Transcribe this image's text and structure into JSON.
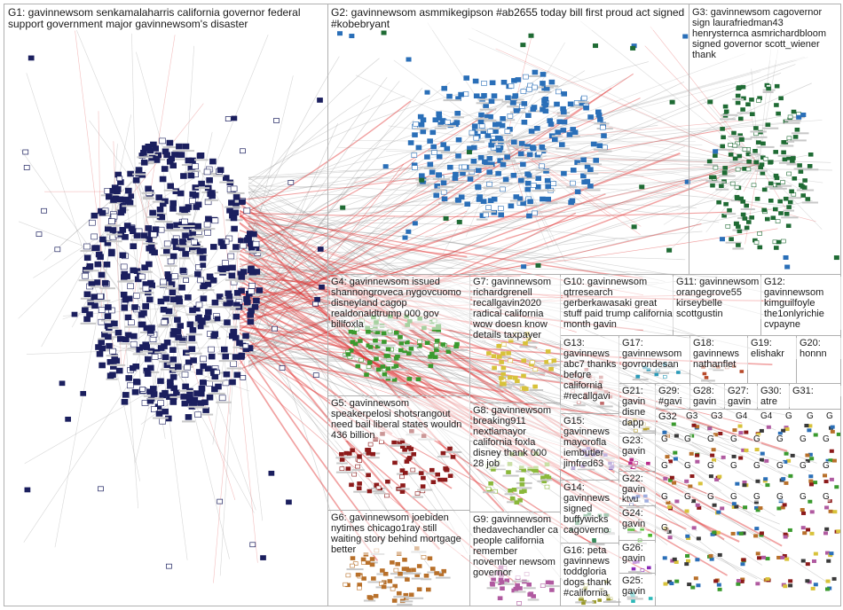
{
  "groups": [
    {
      "id": "G1",
      "label": "G1: gavinnewsom senkamalaharris california governor federal support government major gavinnewsom's disaster",
      "color": "#1b1f5e"
    },
    {
      "id": "G2",
      "label": "G2: gavinnewsom asmmikegipson #ab2655 today bill first proud act signed #kobebryant",
      "color": "#2a6fb8"
    },
    {
      "id": "G3",
      "label": "G3: gavinnewsom cagovernor sign laurafriedman43 henrysternca asmrichardbloom signed governor scott_wiener thank",
      "color": "#1f6b34"
    },
    {
      "id": "G4",
      "label": "G4: gavinnewsom issued shannongroveca nygovcuomo disneyland cagop realdonaldtrump 000 gov billfoxla",
      "color": "#3a9a2e"
    },
    {
      "id": "G5",
      "label": "G5: gavinnewsom speakerpelosi shotsrangout need bail liberal states wouldn 436 billion",
      "color": "#8c1a1a"
    },
    {
      "id": "G6",
      "label": "G6: gavinnewsom joebiden nytimes chicago1ray still waiting story behind mortgage better",
      "color": "#b8702a"
    },
    {
      "id": "G7",
      "label": "G7: gavinnewsom richardgrenell recallgavin2020 radical california wow doesn know details taxpayer",
      "color": "#d8c23a"
    },
    {
      "id": "G8",
      "label": "G8: gavinnewsom breaking911 nextlamayor california foxla disney thank 000 28 job",
      "color": "#8ab83a"
    },
    {
      "id": "G9",
      "label": "G9: gavinnewsom thedavechandler ca people california remember november newsom governor",
      "color": "#b05aa0"
    },
    {
      "id": "G10",
      "label": "G10: gavinnewsom qtrresearch gerberkawasaki great stuff paid trump california month gavin",
      "color": "#6b6b6b"
    },
    {
      "id": "G11",
      "label": "G11: gavinnewsom orangegrove55 kirseybelle scottgustin",
      "color": "#4a4a9a"
    },
    {
      "id": "G12",
      "label": "G12: gavinnewsom kimguilfoyle the1onlyrichie cvpayne",
      "color": "#5a8a8a"
    },
    {
      "id": "G13",
      "label": "G13: gavinnews abc7 thanks before california #recallgavi",
      "color": "#c06a6a"
    },
    {
      "id": "G14",
      "label": "G14: gavinnews signed buffywicks cagoverno",
      "color": "#3a8a5a"
    },
    {
      "id": "G15",
      "label": "G15: gavinnews mayorofla iembutler jimfred63",
      "color": "#7a5ab8"
    },
    {
      "id": "G16",
      "label": "G16: peta gavinnews toddgloria dogs thank #california",
      "color": "#9a9a2a"
    },
    {
      "id": "G17",
      "label": "G17: gavinnewsom govrondesan",
      "color": "#2a9ab8"
    },
    {
      "id": "G18",
      "label": "G18: gavinnews nathanflet",
      "color": "#b84a2a"
    },
    {
      "id": "G19",
      "label": "G19: elishakr",
      "color": "#6a2ab8"
    },
    {
      "id": "G20",
      "label": "G20: honnn",
      "color": "#2ab86a"
    },
    {
      "id": "G21",
      "label": "G21: gavin disne dapp",
      "color": "#b8a02a"
    },
    {
      "id": "G22",
      "label": "G22: gavin",
      "color": "#2a4ab8"
    },
    {
      "id": "G23",
      "label": "G23: gavin",
      "color": "#b82a8a"
    },
    {
      "id": "G24",
      "label": "G24: gavin",
      "color": "#4ab82a"
    },
    {
      "id": "G25",
      "label": "G25: gavin",
      "color": "#2ab8b8"
    },
    {
      "id": "G26",
      "label": "G26: gavin",
      "color": "#8a2ab8"
    },
    {
      "id": "G27",
      "label": "G27: gavin",
      "color": "#b86a2a"
    },
    {
      "id": "G28",
      "label": "G28: gavin",
      "color": "#2a8ab8"
    },
    {
      "id": "G29",
      "label": "G29: #gavi",
      "color": "#8ab82a"
    },
    {
      "id": "G30",
      "label": "G30: atre",
      "color": "#b82a4a"
    },
    {
      "id": "G31",
      "label": "G31:",
      "color": "#4a2ab8"
    },
    {
      "id": "G32",
      "label": "G32",
      "color": "#2ab84a"
    }
  ],
  "extra_labels": [
    "ktvu",
    "G3",
    "G3",
    "G4",
    "G4",
    "G",
    "G",
    "G",
    "G",
    "G",
    "G",
    "G",
    "G",
    "G",
    "G",
    "G",
    "G",
    "G",
    "G",
    "G",
    "G",
    "G",
    "G",
    "G",
    "G",
    "G",
    "G",
    "G",
    "G",
    "G",
    "G",
    "G",
    "G"
  ]
}
